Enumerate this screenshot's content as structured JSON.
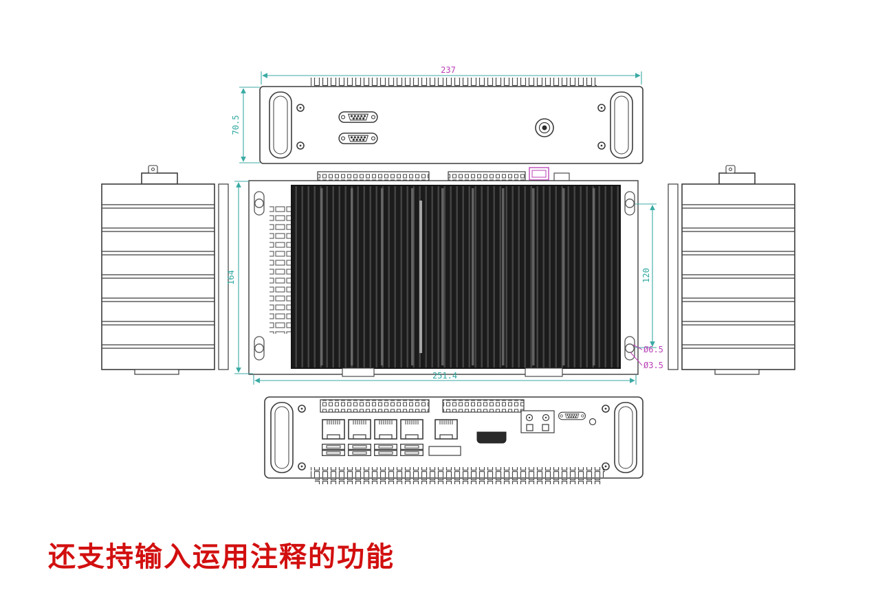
{
  "caption": {
    "text": "还支持输入运用注释的功能"
  },
  "drawing": {
    "dimensions": {
      "rear_width": "237",
      "rear_height": "70.5",
      "main_height": "164",
      "main_width": "251.4",
      "hole_spacing": "120",
      "hole_outer": "Ø6.5",
      "hole_inner": "Ø3.5"
    },
    "colors": {
      "dimension_line": "#3aaaa4",
      "dimension_text_teal": "#2fa8a0",
      "dimension_text_magenta": "#b93db6",
      "caption_red": "#d20f0f",
      "outline": "#3b3b3b",
      "heatsink_dark": "#1b1b1b"
    }
  }
}
